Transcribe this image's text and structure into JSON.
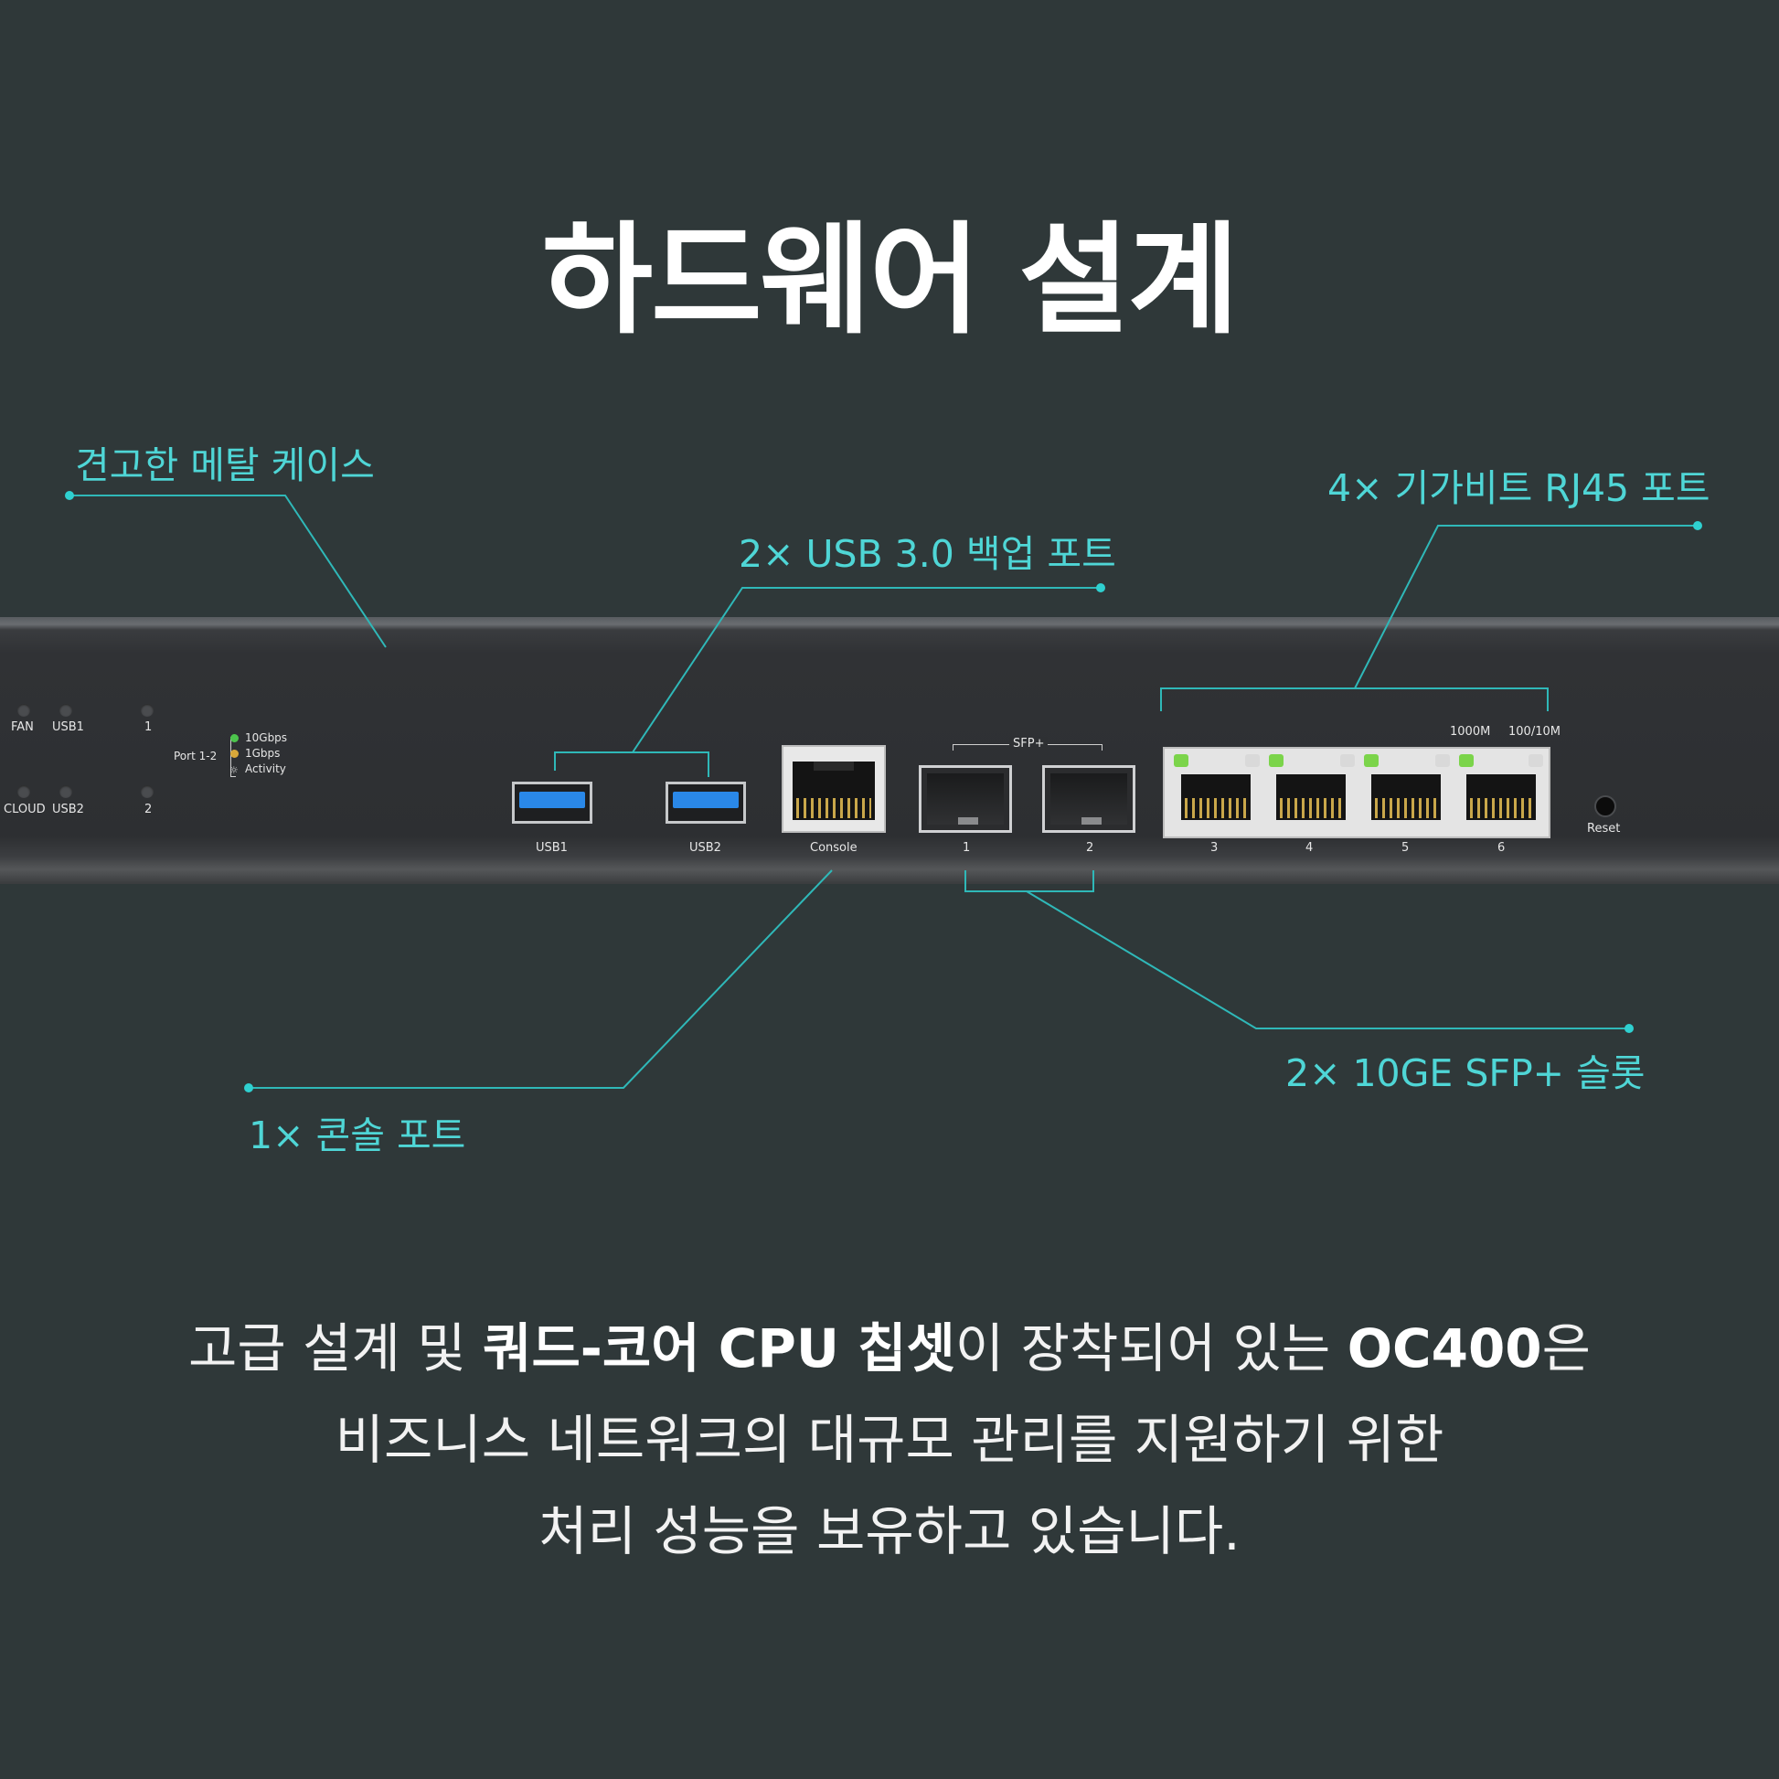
{
  "title": "하드웨어 설계",
  "callouts": {
    "case": "견고한 메탈 케이스",
    "usb": "2× USB 3.0 백업 포트",
    "rj45": "4× 기가비트 RJ45 포트",
    "console": "1× 콘솔 포트",
    "sfp": "2× 10GE SFP+ 슬롯"
  },
  "device": {
    "led_labels": {
      "fan": "FAN",
      "usb1": "USB1",
      "cloud": "CLOUD",
      "usb2": "USB2",
      "p1": "1",
      "p2": "2"
    },
    "port_legend": {
      "group": "Port 1-2",
      "speed1": "10Gbps",
      "speed2": "1Gbps",
      "activity": "Activity"
    },
    "ports": {
      "usb1": "USB1",
      "usb2": "USB2",
      "console": "Console",
      "sfp_header": "SFP+",
      "sfp1": "1",
      "sfp2": "2",
      "rj3": "3",
      "rj4": "4",
      "rj5": "5",
      "rj6": "6",
      "speed_hi": "1000M",
      "speed_lo": "100/10M",
      "reset": "Reset"
    }
  },
  "description": {
    "line1_a": "고급 설계 및 ",
    "line1_b": "쿼드-코어 CPU 칩셋",
    "line1_c": "이 장착되어 있는 ",
    "line1_d": "OC400",
    "line1_e": "은",
    "line2": "비즈니스 네트워크의 대규모 관리를 지원하기 위한",
    "line3": "처리 성능을 보유하고 있습니다."
  },
  "colors": {
    "background": "#2f3839",
    "accent": "#4fd6d6",
    "text": "#ffffff"
  }
}
